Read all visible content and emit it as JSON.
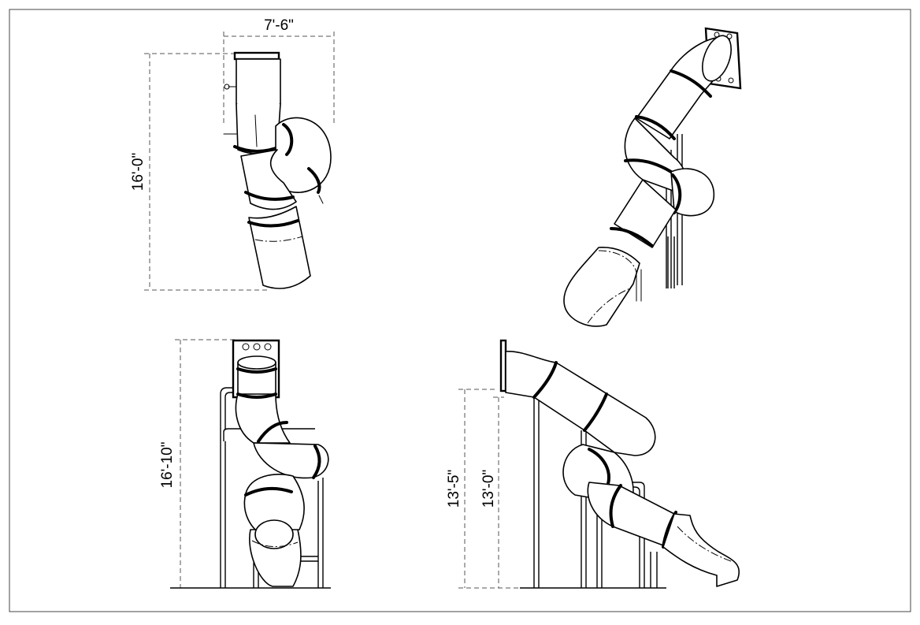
{
  "views": {
    "top": {
      "width_dim": "7'-6\"",
      "height_dim": "16'-0\""
    },
    "isometric": {},
    "front": {
      "height_dim": "16'-10\""
    },
    "side": {
      "overall_height_dim": "13'-5\"",
      "deck_height_dim": "13'-0\""
    }
  }
}
